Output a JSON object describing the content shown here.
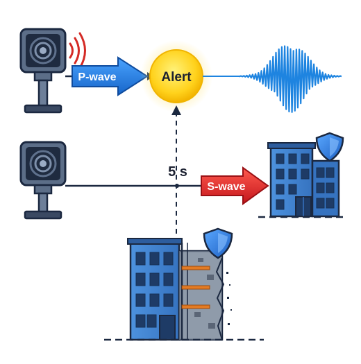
{
  "labels": {
    "p_wave": "P-wave",
    "alert": "Alert",
    "delay": "5 s",
    "s_wave": "S-wave"
  },
  "colors": {
    "p_wave_arrow": "#1e74d6",
    "s_wave_arrow": "#d9262a",
    "alert_sun": "#ffcf1f",
    "seismic_wave": "#1e84e0",
    "building": "#3f86d6",
    "shield": "#2f7fe0",
    "line_dark": "#1b2840"
  },
  "icons": [
    "sensor-icon",
    "signal-waves-icon",
    "seismogram-icon",
    "building-icon",
    "shield-icon",
    "crack-icon"
  ]
}
